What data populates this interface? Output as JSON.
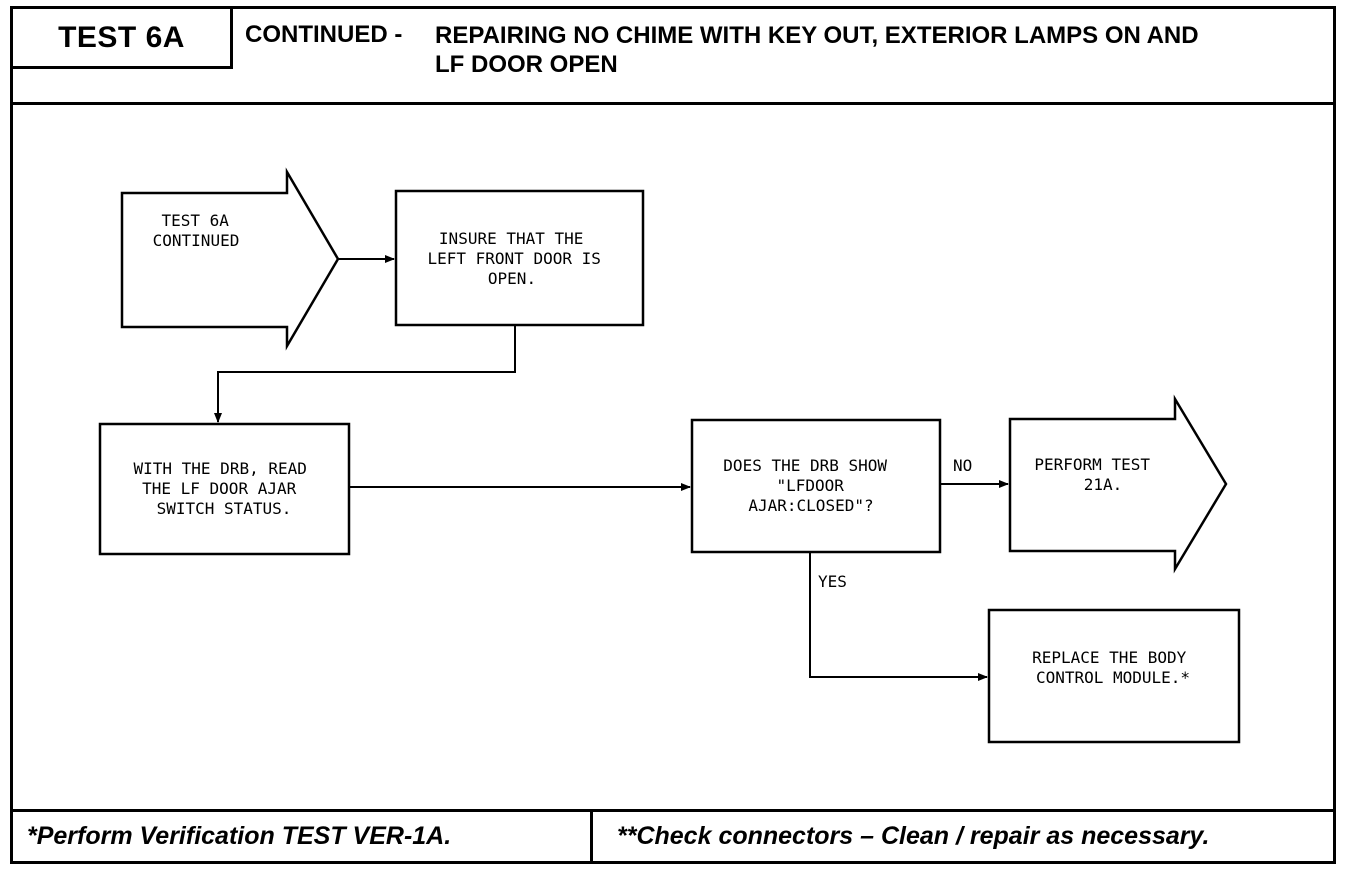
{
  "header": {
    "test_id": "TEST 6A",
    "title_prefix": "CONTINUED -",
    "title_line1": "REPAIRING NO CHIME WITH KEY OUT, EXTERIOR LAMPS ON AND",
    "title_line2": "LF DOOR OPEN"
  },
  "nodes": {
    "start": {
      "lines": [
        "TEST 6A",
        "CONTINUED"
      ]
    },
    "insure": {
      "lines": [
        "INSURE THAT THE",
        "LEFT FRONT DOOR IS",
        "OPEN."
      ]
    },
    "read": {
      "lines": [
        "WITH THE DRB, READ",
        "THE LF DOOR AJAR",
        "SWITCH STATUS."
      ]
    },
    "decision": {
      "lines": [
        "DOES THE DRB SHOW",
        "\"LFDOOR",
        "AJAR:CLOSED\"?"
      ]
    },
    "perform": {
      "lines": [
        "PERFORM TEST",
        "21A."
      ]
    },
    "replace": {
      "lines": [
        "REPLACE THE BODY",
        "CONTROL MODULE.*"
      ]
    }
  },
  "edges": {
    "no_label": "NO",
    "yes_label": "YES"
  },
  "footer": {
    "left": "*Perform Verification TEST VER-1A.",
    "right": "**Check connectors – Clean / repair as necessary."
  }
}
